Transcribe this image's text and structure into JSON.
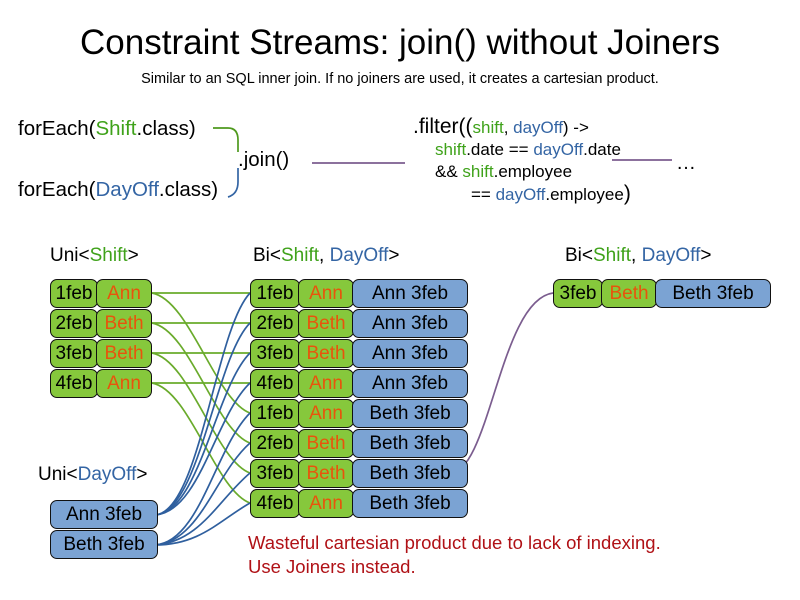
{
  "slide": {
    "title": "Constraint Streams: join() without Joiners",
    "subtitle": "Similar to an SQL inner join. If no joiners are used, it creates a cartesian product."
  },
  "code": {
    "foreach_shift": {
      "prefix": "forEach(",
      "type": "Shift",
      "suffix": ".class)"
    },
    "foreach_dayoff": {
      "prefix": "forEach(",
      "type": "DayOff",
      "suffix": ".class)"
    },
    "join": ".join()",
    "ellipsis": "…",
    "filter": {
      "line1_prefix": ".filter((",
      "line1_param1": "shift",
      "line1_comma": ", ",
      "line1_param2": "dayOff",
      "line1_suffix": ") ->",
      "line2_a": "shift",
      "line2_b": ".date == ",
      "line2_c": "dayOff",
      "line2_d": ".date",
      "line3_a": "&& ",
      "line3_b": "shift",
      "line3_c": ".employee",
      "line4_a": "== ",
      "line4_b": "dayOff",
      "line4_c": ".employee",
      "line4_close": ")"
    }
  },
  "labels": {
    "uni_shift": {
      "prefix": "Uni<",
      "type": "Shift",
      "suffix": ">"
    },
    "bi_middle": {
      "prefix": "Bi<",
      "type1": "Shift",
      "comma": ", ",
      "type2": "DayOff",
      "suffix": ">"
    },
    "bi_result": {
      "prefix": "Bi<",
      "type1": "Shift",
      "comma": ", ",
      "type2": "DayOff",
      "suffix": ">"
    },
    "uni_dayoff": {
      "prefix": "Uni<",
      "type": "DayOff",
      "suffix": ">"
    }
  },
  "shifts": [
    {
      "date": "1feb",
      "employee": "Ann"
    },
    {
      "date": "2feb",
      "employee": "Beth"
    },
    {
      "date": "3feb",
      "employee": "Beth"
    },
    {
      "date": "4feb",
      "employee": "Ann"
    }
  ],
  "dayoffs": [
    {
      "text": "Ann 3feb"
    },
    {
      "text": "Beth 3feb"
    }
  ],
  "cartesian": [
    {
      "date": "1feb",
      "employee": "Ann",
      "dayoff": "Ann 3feb"
    },
    {
      "date": "2feb",
      "employee": "Beth",
      "dayoff": "Ann 3feb"
    },
    {
      "date": "3feb",
      "employee": "Beth",
      "dayoff": "Ann 3feb"
    },
    {
      "date": "4feb",
      "employee": "Ann",
      "dayoff": "Ann 3feb"
    },
    {
      "date": "1feb",
      "employee": "Ann",
      "dayoff": "Beth 3feb"
    },
    {
      "date": "2feb",
      "employee": "Beth",
      "dayoff": "Beth 3feb"
    },
    {
      "date": "3feb",
      "employee": "Beth",
      "dayoff": "Beth 3feb"
    },
    {
      "date": "4feb",
      "employee": "Ann",
      "dayoff": "Beth 3feb"
    }
  ],
  "result": {
    "date": "3feb",
    "employee": "Beth",
    "dayoff": "Beth 3feb"
  },
  "warning": {
    "line1": "Wasteful cartesian product due to lack of indexing.",
    "line2": "Use Joiners instead."
  },
  "colors": {
    "shift_green": "#86c83c",
    "dayoff_blue": "#7ba3d3",
    "employee_orange": "#e8540c",
    "type_green": "#3fa21a",
    "type_blue": "#3465a4",
    "warning_red": "#b01116",
    "connector_purple": "#7b5d8f"
  }
}
